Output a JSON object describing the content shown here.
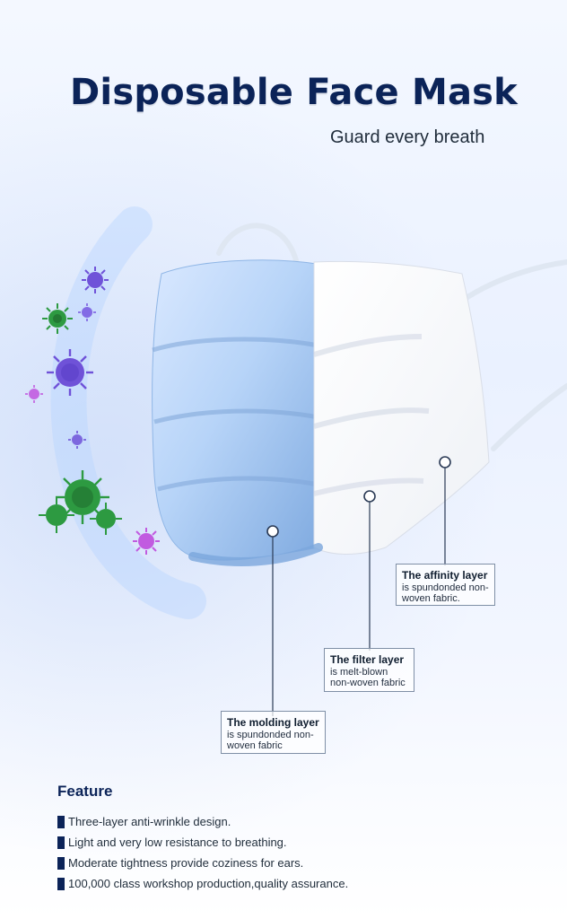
{
  "title": "Disposable Face Mask",
  "subtitle": "Guard every breath",
  "callouts": [
    {
      "title": "The affinity layer",
      "desc": "is spundonded non-woven fabric."
    },
    {
      "title": "The filter layer",
      "desc": "is melt-blown non-woven fabric"
    },
    {
      "title": "The molding layer",
      "desc": "is spundonded non-woven fabric"
    }
  ],
  "feature": {
    "title": "Feature",
    "items": [
      "Three-layer anti-wrinkle design.",
      "Light and very low resistance to breathing.",
      "Moderate tightness provide coziness for ears.",
      "100,000 class workshop production,quality assurance."
    ]
  },
  "icons": {
    "virus": "virus-icon",
    "bullet": "square-bullet-icon",
    "mask": "face-mask-illustration"
  },
  "colors": {
    "title": "#0b2358",
    "mask_blue": "#8cb8ea",
    "virus_purple": "#6f52d8",
    "virus_green": "#2d9a41",
    "virus_pink": "#c15be0"
  }
}
